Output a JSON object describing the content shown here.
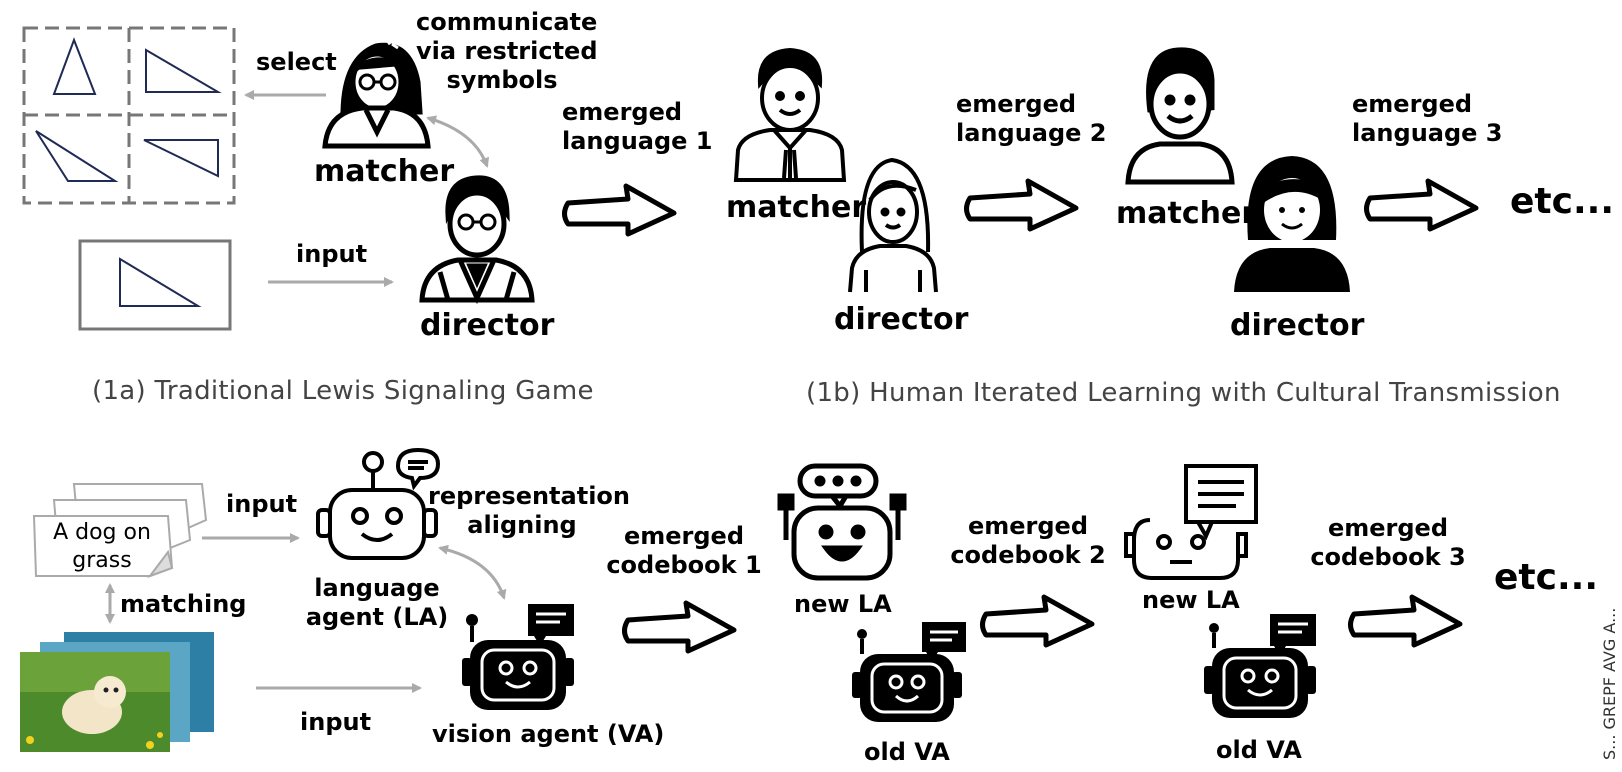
{
  "top": {
    "select_label": "select",
    "communicate_label": [
      "communicate",
      "via restricted",
      "symbols"
    ],
    "matcher_label": "matcher",
    "input_label": "input",
    "director_label": "director",
    "emerged_1": [
      "emerged",
      "language 1"
    ],
    "emerged_2": [
      "emerged",
      "language 2"
    ],
    "emerged_3": [
      "emerged",
      "language 3"
    ],
    "matcher_2": "matcher",
    "director_2": "director",
    "matcher_3": "matcher",
    "director_3": "director",
    "etc": "etc...",
    "caption_a": "(1a) Traditional Lewis Signaling Game",
    "caption_b": "(1b) Human Iterated Learning with Cultural Transmission"
  },
  "bottom": {
    "caption_text": [
      "A dog on",
      "grass"
    ],
    "input_top": "input",
    "matching": "matching",
    "input_bottom": "input",
    "representation": [
      "representation",
      "aligning"
    ],
    "language_agent": [
      "language",
      "agent (LA)"
    ],
    "vision_agent": "vision agent (VA)",
    "codebook_1": [
      "emerged",
      "codebook 1"
    ],
    "codebook_2": [
      "emerged",
      "codebook 2"
    ],
    "codebook_3": [
      "emerged",
      "codebook 3"
    ],
    "new_la_1": "new LA",
    "old_va_1": "old VA",
    "new_la_2": "new LA",
    "old_va_2": "old VA",
    "etc": "etc..."
  },
  "side_text": "S... GREPF AVG A..."
}
